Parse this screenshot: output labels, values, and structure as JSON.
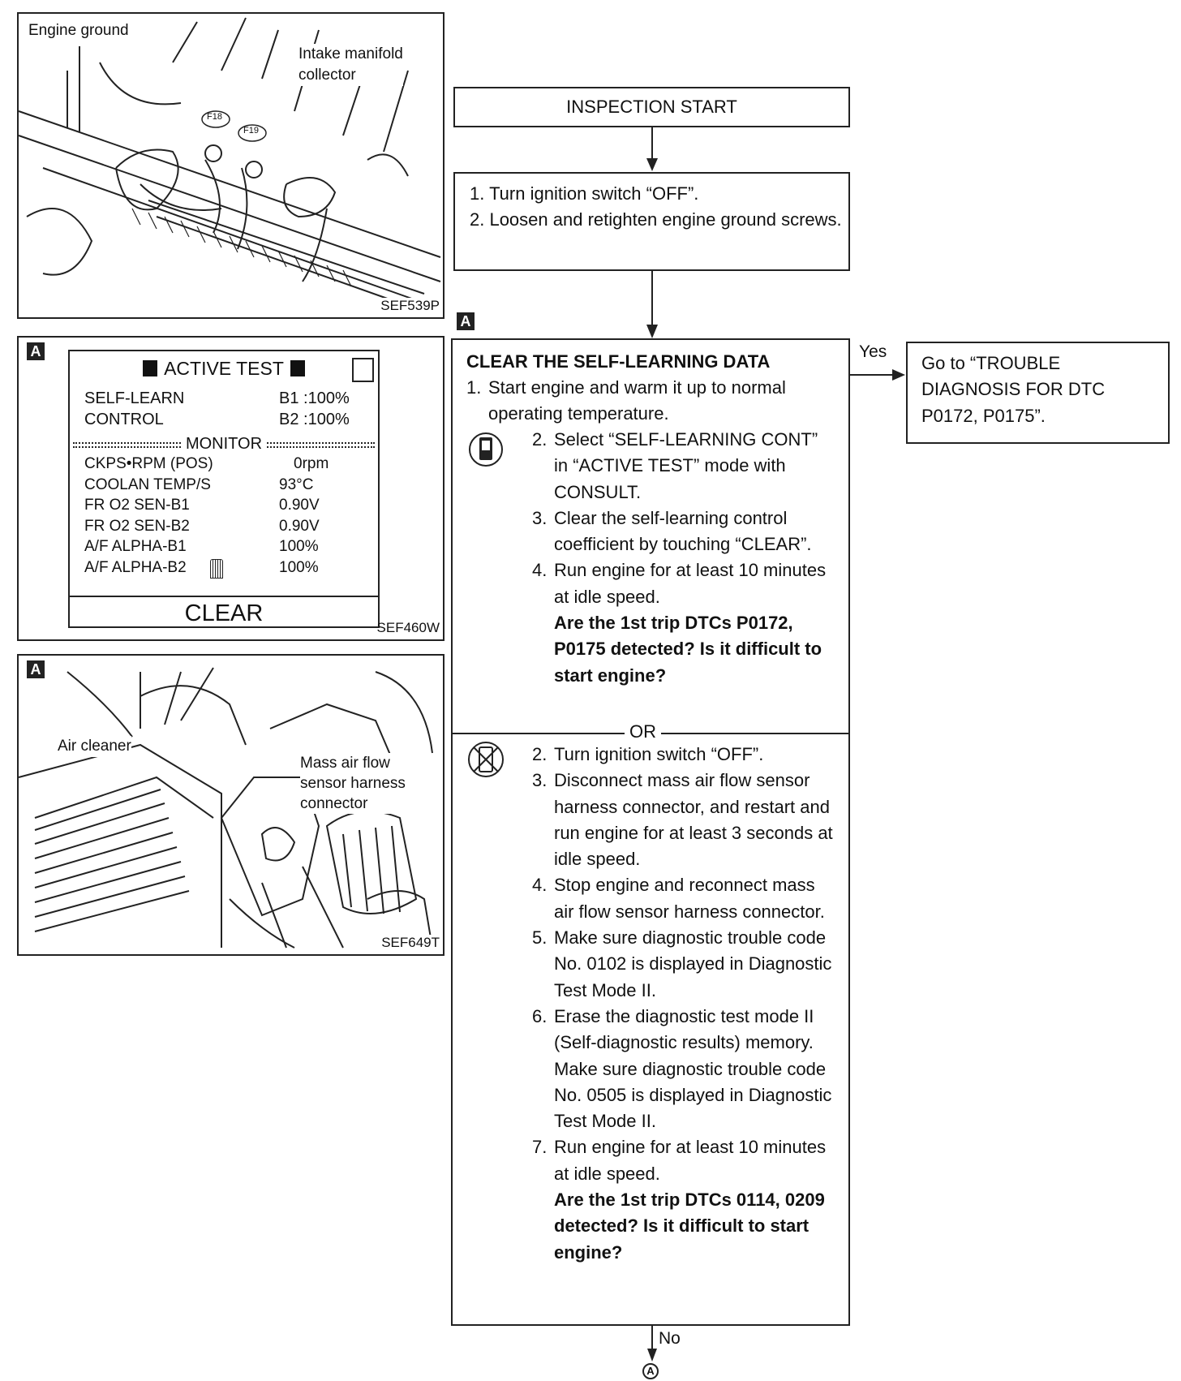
{
  "fig1": {
    "label_ground": "Engine ground",
    "label_manifold": "Intake manifold\ncollector",
    "conn1": "F18",
    "conn2": "F19",
    "code": "SEF539P"
  },
  "fig2": {
    "tag": "A",
    "title": "ACTIVE TEST",
    "rows": [
      {
        "label": "SELF-LEARN",
        "value": "B1 :100%"
      },
      {
        "label": "CONTROL",
        "value": "B2 :100%"
      }
    ],
    "monitor_label": "MONITOR",
    "monitor_rows": [
      {
        "label": "CKPS•RPM (POS)",
        "value": "0rpm"
      },
      {
        "label": "COOLAN TEMP/S",
        "value": "93°C"
      },
      {
        "label": "FR O2 SEN-B1",
        "value": "0.90V"
      },
      {
        "label": "FR O2 SEN-B2",
        "value": "0.90V"
      },
      {
        "label": "A/F ALPHA-B1",
        "value": "100%"
      },
      {
        "label": "A/F ALPHA-B2",
        "value": "100%"
      }
    ],
    "button": "CLEAR",
    "code": "SEF460W"
  },
  "fig3": {
    "tag": "A",
    "label_air": "Air cleaner",
    "label_maf": "Mass air flow\nsensor harness\nconnector",
    "code": "SEF649T"
  },
  "flow": {
    "start": "INSPECTION START",
    "step1": [
      "1. Turn ignition switch “OFF”.",
      "2. Loosen and retighten engine ground screws."
    ],
    "tag": "A",
    "main_title": "CLEAR THE SELF-LEARNING DATA",
    "main_step1": "Start engine and warm it up to normal operating temperature.",
    "consult_steps": [
      {
        "n": "2.",
        "t": "Select “SELF-LEARNING CONT” in “ACTIVE TEST” mode with CONSULT."
      },
      {
        "n": "3.",
        "t": "Clear the self-learning control coefficient by touching “CLEAR”."
      },
      {
        "n": "4.",
        "t": "Run engine for at least 10 minutes at idle speed."
      }
    ],
    "consult_question": "Are the 1st trip DTCs P0172, P0175 detected? Is it difficult to start engine?",
    "or": "OR",
    "noconsult_steps": [
      {
        "n": "2.",
        "t": "Turn ignition switch “OFF”."
      },
      {
        "n": "3.",
        "t": "Disconnect mass air flow sensor harness connector, and restart and run engine for at least 3 seconds at idle speed."
      },
      {
        "n": "4.",
        "t": "Stop engine and reconnect mass air flow sensor harness connector."
      },
      {
        "n": "5.",
        "t": "Make sure diagnostic trouble code No. 0102 is displayed in Diagnostic Test Mode II."
      },
      {
        "n": "6.",
        "t": "Erase the diagnostic test mode II (Self-diagnostic results) memory. Make sure diagnostic trouble code No. 0505 is displayed in Diagnostic Test Mode II."
      },
      {
        "n": "7.",
        "t": "Run engine for at least 10 minutes at idle speed."
      }
    ],
    "noconsult_question": "Are the 1st trip DTCs 0114, 0209 detected? Is it difficult to start engine?",
    "yes": "Yes",
    "yes_box": "Go to “TROUBLE DIAGNOSIS FOR DTC P0172, P0175”.",
    "no": "No",
    "connector": "A"
  }
}
